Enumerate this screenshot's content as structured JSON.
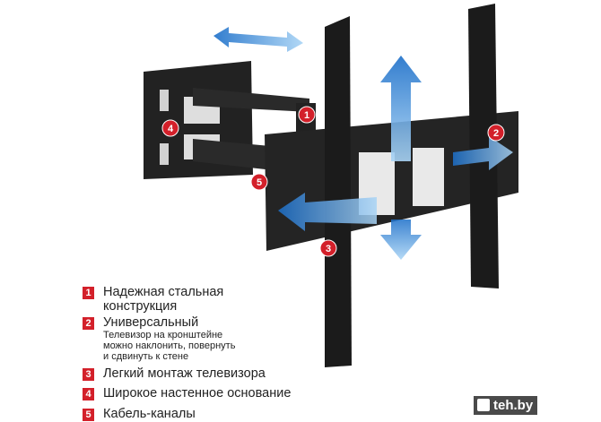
{
  "features": [
    {
      "num": "1",
      "title": "Надежная стальная",
      "title2": "конструкция"
    },
    {
      "num": "2",
      "title": "Универсальный",
      "sub": [
        "Телевизор на кронштейне",
        "можно наклонить, повернуть",
        "и сдвинуть к стене"
      ]
    },
    {
      "num": "3",
      "title": "Легкий монтаж телевизора"
    },
    {
      "num": "4",
      "title": "Широкое настенное основание"
    },
    {
      "num": "5",
      "title": "Кабель-каналы"
    }
  ],
  "callouts": [
    "1",
    "2",
    "3",
    "4",
    "5"
  ],
  "watermark": "teh.by",
  "colors": {
    "accent": "#d3202a",
    "arrow": "#3a8fd8",
    "metal": "#1e1e1e"
  }
}
